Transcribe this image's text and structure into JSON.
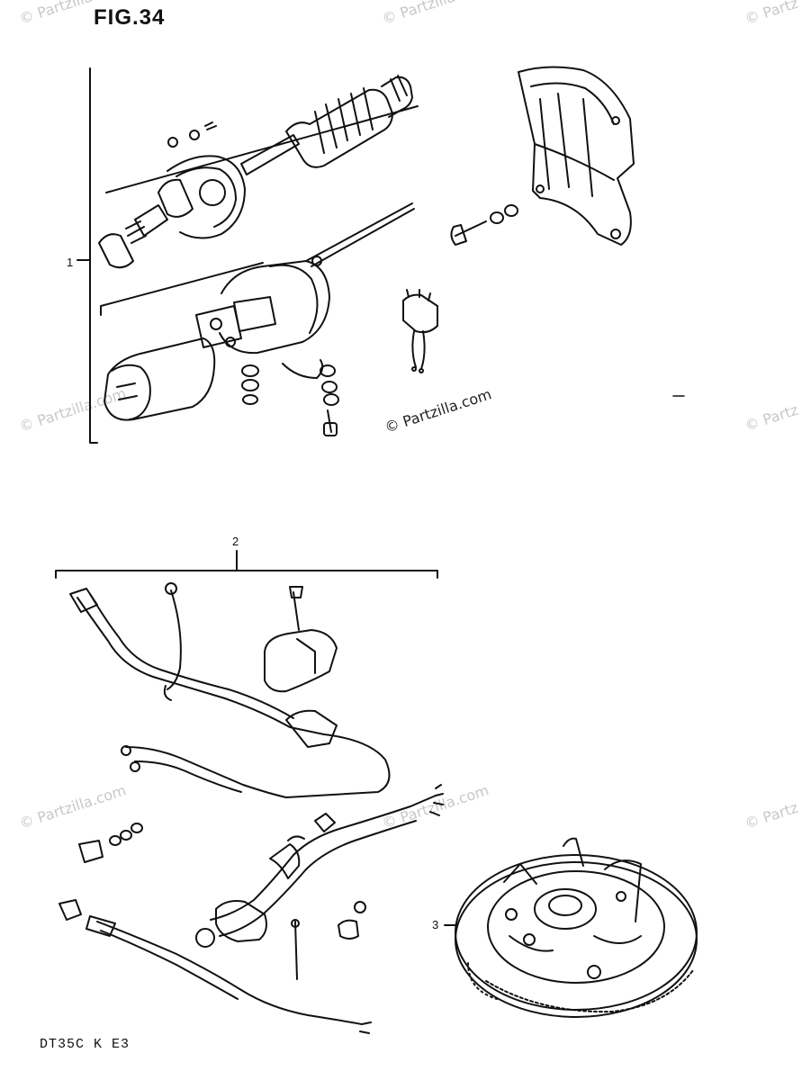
{
  "figure": {
    "title": "FIG.34",
    "code": "DT35C  K E3"
  },
  "callouts": {
    "starter_motor": "1",
    "wiring_harness": "2",
    "flywheel": "3"
  },
  "watermarks": {
    "text": "© Partzilla.com",
    "edge_text": "© Partz",
    "left_edge_text": "© Partzilla.com"
  }
}
